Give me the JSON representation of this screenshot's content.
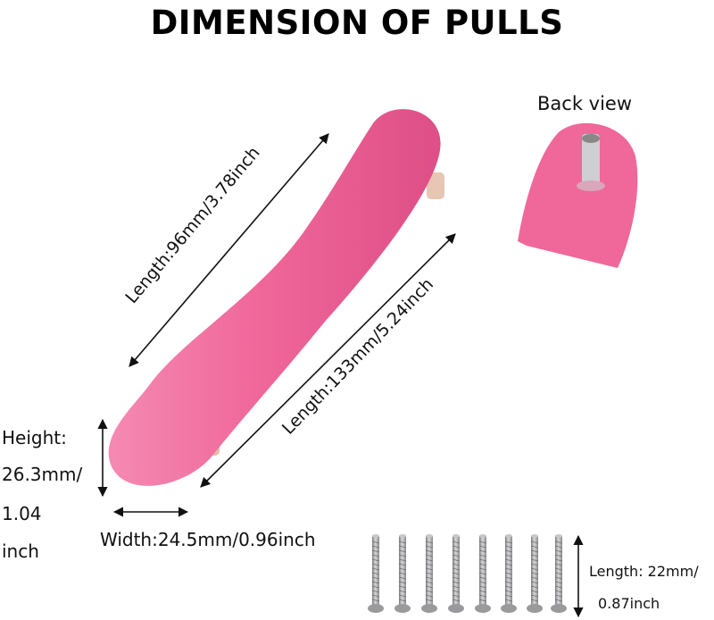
{
  "title": "DIMENSION OF PULLS",
  "back_view": "Back view",
  "hole_length": "Length:96mm/3.78inch",
  "overall_length": "Length:133mm/5.24inch",
  "height": [
    "Height:",
    "26.3mm/",
    "1.04",
    "inch"
  ],
  "width": "Width:24.5mm/0.96inch",
  "screw_length": [
    "Length: 22mm/",
    "0.87inch"
  ],
  "colors": {
    "pull": "#f0679a",
    "pull_shadow": "#d94a80",
    "post": "#e7c6b4",
    "screw": "#a8a8ab"
  }
}
